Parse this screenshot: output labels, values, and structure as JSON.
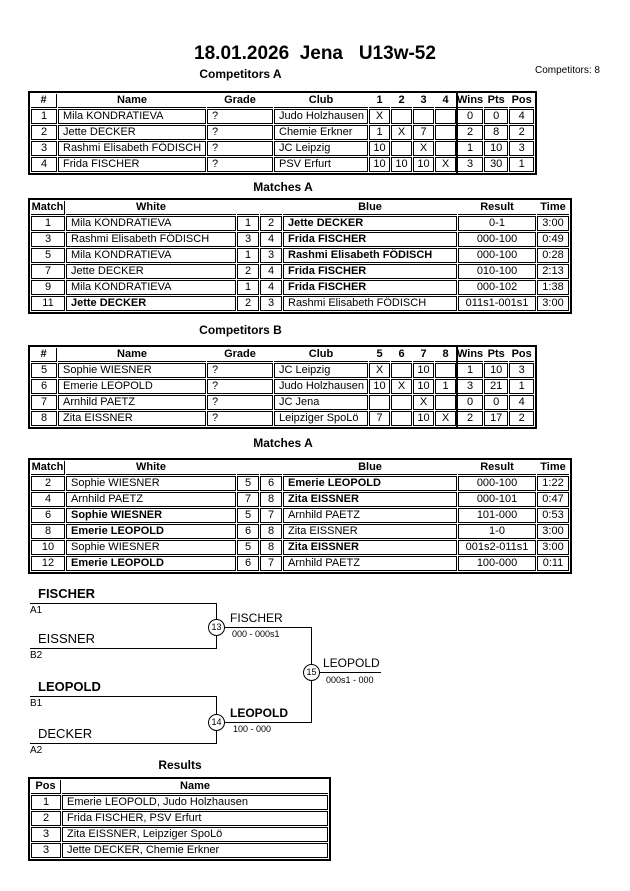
{
  "header": {
    "title": "18.01.2026  Jena   U13w-52",
    "competitors_count": "Competitors: 8"
  },
  "competitors_a": {
    "heading": "Competitors A",
    "columns": {
      "num": "#",
      "name": "Name",
      "grade": "Grade",
      "club": "Club",
      "c1": "1",
      "c2": "2",
      "c3": "3",
      "c4": "4",
      "wins": "Wins",
      "pts": "Pts",
      "pos": "Pos"
    },
    "rows": [
      {
        "num": "1",
        "name": "Mila KONDRATIEVA",
        "grade": "?",
        "club": "Judo Holzhausen",
        "c1": "X",
        "c2": "",
        "c3": "",
        "c4": "",
        "wins": "0",
        "pts": "0",
        "pos": "4"
      },
      {
        "num": "2",
        "name": "Jette DECKER",
        "grade": "?",
        "club": "Chemie Erkner",
        "c1": "1",
        "c2": "X",
        "c3": "7",
        "c4": "",
        "wins": "2",
        "pts": "8",
        "pos": "2"
      },
      {
        "num": "3",
        "name": "Rashmi Elisabeth FÖDISCH",
        "grade": "?",
        "club": "JC Leipzig",
        "c1": "10",
        "c2": "",
        "c3": "X",
        "c4": "",
        "wins": "1",
        "pts": "10",
        "pos": "3"
      },
      {
        "num": "4",
        "name": "Frida FISCHER",
        "grade": "?",
        "club": "PSV Erfurt",
        "c1": "10",
        "c2": "10",
        "c3": "10",
        "c4": "X",
        "wins": "3",
        "pts": "30",
        "pos": "1"
      }
    ]
  },
  "matches_a": {
    "heading": "Matches A",
    "columns": {
      "match": "Match",
      "white": "White",
      "blue": "Blue",
      "result": "Result",
      "time": "Time"
    },
    "rows": [
      {
        "match": "1",
        "white": "Mila KONDRATIEVA",
        "wnum": "1",
        "bnum": "2",
        "blue": "Jette DECKER",
        "winner": "blue",
        "result": "0-1",
        "time": "3:00"
      },
      {
        "match": "3",
        "white": "Rashmi Elisabeth FÖDISCH",
        "wnum": "3",
        "bnum": "4",
        "blue": "Frida FISCHER",
        "winner": "blue",
        "result": "000-100",
        "time": "0:49"
      },
      {
        "match": "5",
        "white": "Mila KONDRATIEVA",
        "wnum": "1",
        "bnum": "3",
        "blue": "Rashmi Elisabeth FÖDISCH",
        "winner": "blue",
        "result": "000-100",
        "time": "0:28"
      },
      {
        "match": "7",
        "white": "Jette DECKER",
        "wnum": "2",
        "bnum": "4",
        "blue": "Frida FISCHER",
        "winner": "blue",
        "result": "010-100",
        "time": "2:13"
      },
      {
        "match": "9",
        "white": "Mila KONDRATIEVA",
        "wnum": "1",
        "bnum": "4",
        "blue": "Frida FISCHER",
        "winner": "blue",
        "result": "000-102",
        "time": "1:38"
      },
      {
        "match": "11",
        "white": "Jette DECKER",
        "wnum": "2",
        "bnum": "3",
        "blue": "Rashmi Elisabeth FÖDISCH",
        "winner": "white",
        "result": "011s1-001s1",
        "time": "3:00"
      }
    ]
  },
  "competitors_b": {
    "heading": "Competitors B",
    "columns": {
      "num": "#",
      "name": "Name",
      "grade": "Grade",
      "club": "Club",
      "c1": "5",
      "c2": "6",
      "c3": "7",
      "c4": "8",
      "wins": "Wins",
      "pts": "Pts",
      "pos": "Pos"
    },
    "rows": [
      {
        "num": "5",
        "name": "Sophie WIESNER",
        "grade": "?",
        "club": "JC Leipzig",
        "c1": "X",
        "c2": "",
        "c3": "10",
        "c4": "",
        "wins": "1",
        "pts": "10",
        "pos": "3"
      },
      {
        "num": "6",
        "name": "Emerie LEOPOLD",
        "grade": "?",
        "club": "Judo Holzhausen",
        "c1": "10",
        "c2": "X",
        "c3": "10",
        "c4": "1",
        "wins": "3",
        "pts": "21",
        "pos": "1"
      },
      {
        "num": "7",
        "name": "Arnhild PAETZ",
        "grade": "?",
        "club": "JC Jena",
        "c1": "",
        "c2": "",
        "c3": "X",
        "c4": "",
        "wins": "0",
        "pts": "0",
        "pos": "4"
      },
      {
        "num": "8",
        "name": "Zita EISSNER",
        "grade": "?",
        "club": "Leipziger SpoLö",
        "c1": "7",
        "c2": "",
        "c3": "10",
        "c4": "X",
        "wins": "2",
        "pts": "17",
        "pos": "2"
      }
    ]
  },
  "matches_b": {
    "heading": "Matches A",
    "columns": {
      "match": "Match",
      "white": "White",
      "blue": "Blue",
      "result": "Result",
      "time": "Time"
    },
    "rows": [
      {
        "match": "2",
        "white": "Sophie WIESNER",
        "wnum": "5",
        "bnum": "6",
        "blue": "Emerie LEOPOLD",
        "winner": "blue",
        "result": "000-100",
        "time": "1:22"
      },
      {
        "match": "4",
        "white": "Arnhild PAETZ",
        "wnum": "7",
        "bnum": "8",
        "blue": "Zita EISSNER",
        "winner": "blue",
        "result": "000-101",
        "time": "0:47"
      },
      {
        "match": "6",
        "white": "Sophie WIESNER",
        "wnum": "5",
        "bnum": "7",
        "blue": "Arnhild PAETZ",
        "winner": "white",
        "result": "101-000",
        "time": "0:53"
      },
      {
        "match": "8",
        "white": "Emerie LEOPOLD",
        "wnum": "6",
        "bnum": "8",
        "blue": "Zita EISSNER",
        "winner": "white",
        "result": "1-0",
        "time": "3:00"
      },
      {
        "match": "10",
        "white": "Sophie WIESNER",
        "wnum": "5",
        "bnum": "8",
        "blue": "Zita EISSNER",
        "winner": "blue",
        "result": "001s2-011s1",
        "time": "3:00"
      },
      {
        "match": "12",
        "white": "Emerie LEOPOLD",
        "wnum": "6",
        "bnum": "7",
        "blue": "Arnhild PAETZ",
        "winner": "white",
        "result": "100-000",
        "time": "0:11"
      }
    ]
  },
  "bracket": {
    "semifinal_1": {
      "match_no": "13",
      "top_name": "FISCHER",
      "top_seed": "A1",
      "bottom_name": "EISSNER",
      "bottom_seed": "B2",
      "winner": "FISCHER",
      "score": "000 - 000s1"
    },
    "semifinal_2": {
      "match_no": "14",
      "top_name": "LEOPOLD",
      "top_seed": "B1",
      "bottom_name": "DECKER",
      "bottom_seed": "A2",
      "winner": "LEOPOLD",
      "score": "100 - 000"
    },
    "final": {
      "match_no": "15",
      "winner": "LEOPOLD",
      "score": "000s1 - 000"
    }
  },
  "results": {
    "heading": "Results",
    "columns": {
      "pos": "Pos",
      "name": "Name"
    },
    "rows": [
      {
        "pos": "1",
        "name": "Emerie LEOPOLD, Judo Holzhausen"
      },
      {
        "pos": "2",
        "name": "Frida FISCHER, PSV Erfurt"
      },
      {
        "pos": "3",
        "name": "Zita EISSNER, Leipziger SpoLö"
      },
      {
        "pos": "3",
        "name": "Jette DECKER, Chemie Erkner"
      }
    ]
  }
}
